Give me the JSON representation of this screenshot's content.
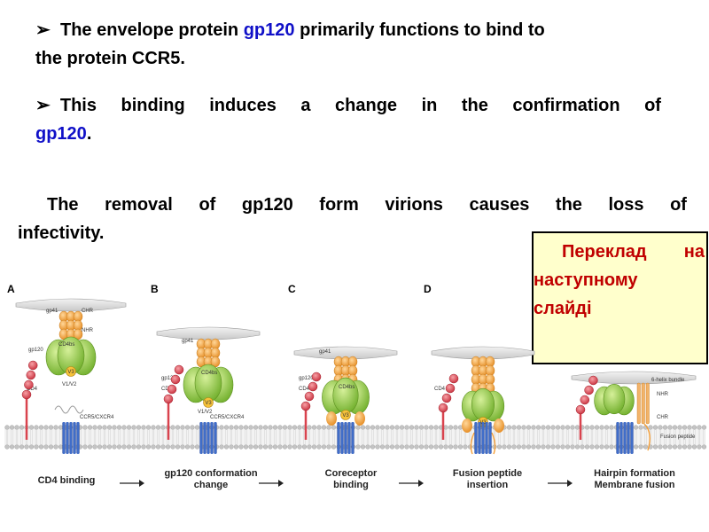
{
  "bullets": [
    {
      "marker": "➢",
      "pre": "The envelope protein ",
      "highlight": "gp120",
      "post": " primarily functions to bind to",
      "line2": "the protein CCR5."
    },
    {
      "marker": "➢",
      "words": [
        "This",
        "binding",
        "induces",
        "a",
        "change",
        "in",
        "the",
        "confirmation",
        "of"
      ],
      "line2_highlight": "gp120",
      "line2_post": "."
    }
  ],
  "paragraph": {
    "words": [
      "The",
      "removal",
      "of",
      "gp120",
      "form",
      "virions",
      "causes",
      "the",
      "loss",
      "of"
    ],
    "line2": "infectivity."
  },
  "translation_box": {
    "word1": "Переклад",
    "word2": "на",
    "line2": "наступному",
    "line3": "слайді"
  },
  "diagram": {
    "panels": [
      "A",
      "B",
      "C",
      "D",
      ""
    ],
    "labels": {
      "gp41": "gp41",
      "chr": "CHR",
      "nhr": "NHR",
      "gp120": "gp120",
      "cd4bs": "CD4bs",
      "v1v2": "V1/V2",
      "v3": "V3",
      "cd4": "CD4",
      "coreceptor": "CCR5/CXCR4",
      "sixhelix": "6-helix bundle",
      "fusion": "Fusion peptide"
    },
    "captions": [
      [
        "CD4 binding"
      ],
      [
        "gp120 conformation",
        "change"
      ],
      [
        "Coreceptor",
        "binding"
      ],
      [
        "Fusion peptide",
        "insertion"
      ],
      [
        "Hairpin formation",
        "Membrane fusion"
      ]
    ],
    "colors": {
      "green": "#8cc63f",
      "orange": "#f5a03a",
      "red": "#d9434e",
      "blue": "#2f5fc4",
      "membrane": "#bbbbbb"
    }
  }
}
